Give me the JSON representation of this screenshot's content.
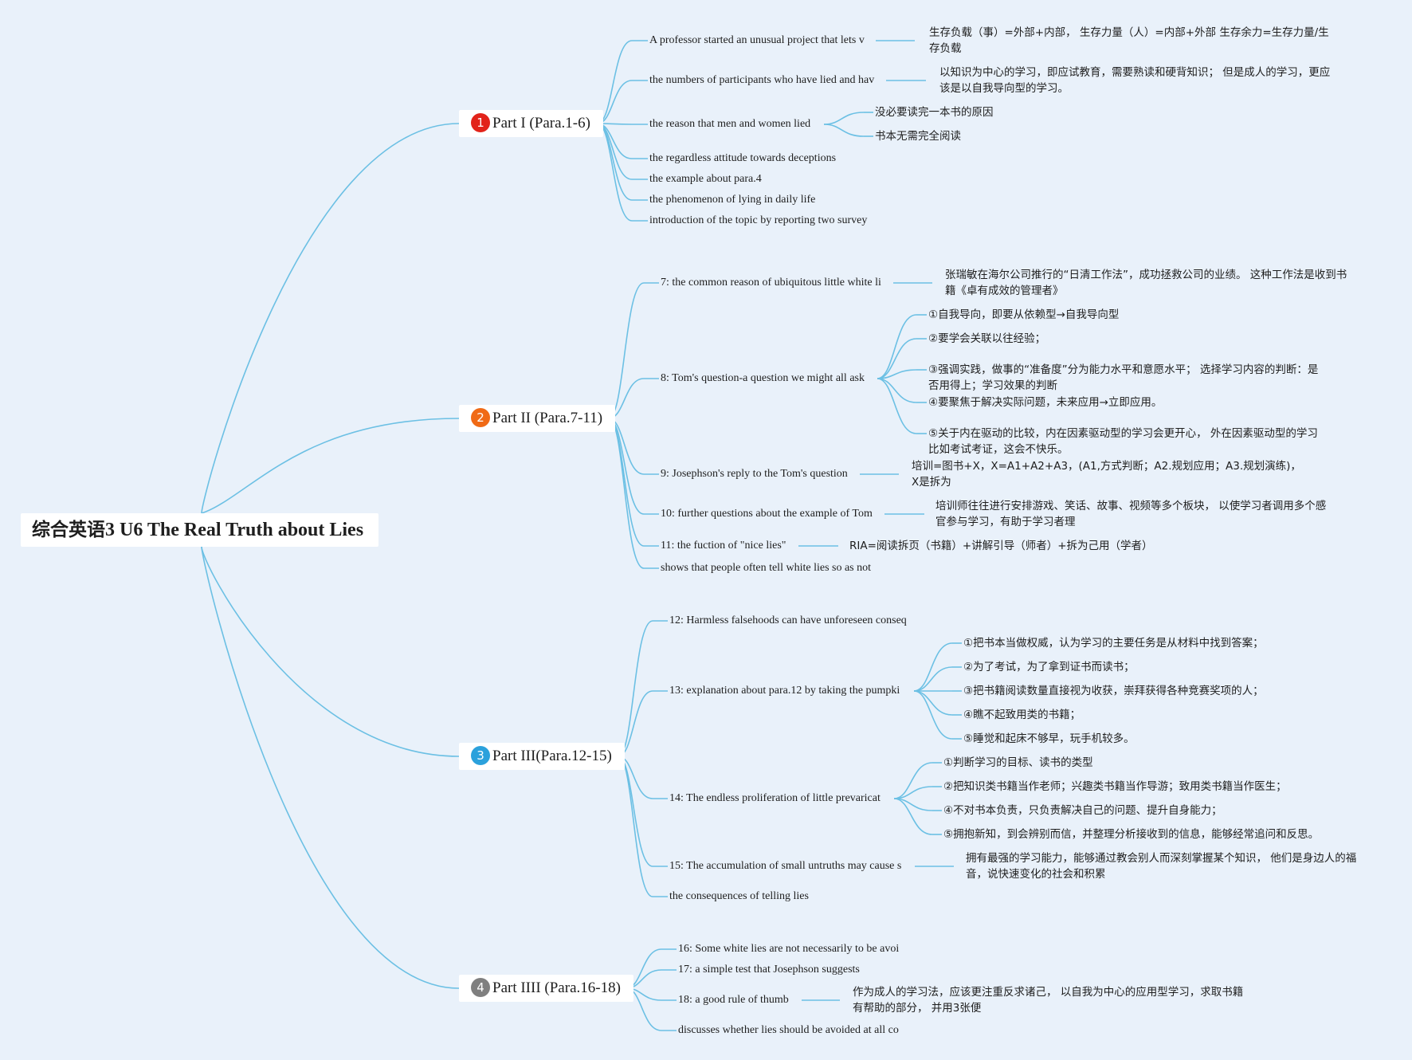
{
  "root": {
    "title_zh": "综合英语",
    "title_en": "3 U6 The Real Truth about Lies"
  },
  "colors": {
    "line": "#6cc0e4",
    "background": "#e9f1fa",
    "badge1": "#e2231a",
    "badge2": "#f06a16",
    "badge3": "#2ba1dc",
    "badge4": "#7f7f7f"
  },
  "parts": [
    {
      "badge": "1",
      "label": "Part I (Para.1-6)",
      "items": [
        {
          "text": "A professor started an unusual project that lets v",
          "notes": [
            "生存负载（事）=外部+内部， 生存力量（人）=内部+外部 生存余力=生存力量/生存负载"
          ]
        },
        {
          "text": "the numbers of participants who have lied and hav",
          "notes": [
            "以知识为中心的学习，即应试教育，需要熟读和硬背知识； 但是成人的学习，更应该是以自我导向型的学习。"
          ]
        },
        {
          "text": "the reason that men and women lied",
          "notes": [
            "没必要读完一本书的原因",
            "书本无需完全阅读"
          ]
        },
        {
          "text": "the regardless attitude towards deceptions",
          "notes": []
        },
        {
          "text": "the example about para.4",
          "notes": []
        },
        {
          "text": "the phenomenon of lying in daily life",
          "notes": []
        },
        {
          "text": "introduction of the topic by reporting two survey",
          "notes": []
        }
      ]
    },
    {
      "badge": "2",
      "label": "Part II (Para.7-11)",
      "items": [
        {
          "text": "7: the common reason of ubiquitous little white li",
          "notes": [
            "张瑞敏在海尔公司推行的“日清工作法”，成功拯救公司的业绩。 这种工作法是收到书籍《卓有成效的管理者》"
          ]
        },
        {
          "text": "8: Tom's question-a question we might all ask",
          "notes": [
            "①自我导向，即要从依赖型→自我导向型",
            "②要学会关联以往经验；",
            "③强调实践，做事的“准备度”分为能力水平和意愿水平； 选择学习内容的判断：是否用得上；学习效果的判断",
            "④要聚焦于解决实际问题，未来应用→立即应用。",
            "⑤关于内在驱动的比较，内在因素驱动型的学习会更开心， 外在因素驱动型的学习比如考试考证，这会不快乐。"
          ]
        },
        {
          "text": "9: Josephson's reply to the Tom's question",
          "notes": [
            "培训=图书+X，X=A1+A2+A3，(A1,方式判断；A2.规划应用；A3.规划演练)， X是拆为"
          ]
        },
        {
          "text": "10: further questions about the example of Tom",
          "notes": [
            "培训师往往进行安排游戏、笑话、故事、视频等多个板块， 以使学习者调用多个感官参与学习，有助于学习者理"
          ]
        },
        {
          "text": "11: the fuction of \"nice lies\"",
          "notes": [
            "RIA=阅读拆页（书籍）+讲解引导（师者）+拆为己用（学者）"
          ]
        },
        {
          "text": "shows that people often tell white lies so as not",
          "notes": []
        }
      ]
    },
    {
      "badge": "3",
      "label": "Part III(Para.12-15)",
      "items": [
        {
          "text": "12: Harmless falsehoods can have unforeseen conseq",
          "notes": []
        },
        {
          "text": "13: explanation about para.12 by taking the pumpki",
          "notes": [
            "①把书本当做权威，认为学习的主要任务是从材料中找到答案；",
            "②为了考试，为了拿到证书而读书；",
            "③把书籍阅读数量直接视为收获，崇拜获得各种竞赛奖项的人；",
            "④瞧不起致用类的书籍；",
            "⑤睡觉和起床不够早，玩手机较多。"
          ]
        },
        {
          "text": "14: The endless proliferation of little prevaricat",
          "notes": [
            "①判断学习的目标、读书的类型",
            "②把知识类书籍当作老师；兴趣类书籍当作导游；致用类书籍当作医生；",
            "④不对书本负责，只负责解决自己的问题、提升自身能力；",
            "⑤拥抱新知，到会辨别而信，并整理分析接收到的信息，能够经常追问和反思。"
          ]
        },
        {
          "text": "15: The accumulation of small untruths may cause s",
          "notes": [
            "拥有最强的学习能力，能够通过教会别人而深刻掌握某个知识， 他们是身边人的福音，说快速变化的社会和积累"
          ]
        },
        {
          "text": "the consequences of telling lies",
          "notes": []
        }
      ]
    },
    {
      "badge": "4",
      "label": "Part IIII (Para.16-18)",
      "items": [
        {
          "text": "16: Some white lies are not necessarily to be avoi",
          "notes": []
        },
        {
          "text": "17: a simple test that Josephson suggests",
          "notes": []
        },
        {
          "text": "18: a good rule of thumb",
          "notes": [
            "作为成人的学习法，应该更注重反求诸己， 以自我为中心的应用型学习，求取书籍有帮助的部分， 并用3张便"
          ]
        },
        {
          "text": "discusses whether lies should be avoided at all co",
          "notes": []
        }
      ]
    }
  ]
}
